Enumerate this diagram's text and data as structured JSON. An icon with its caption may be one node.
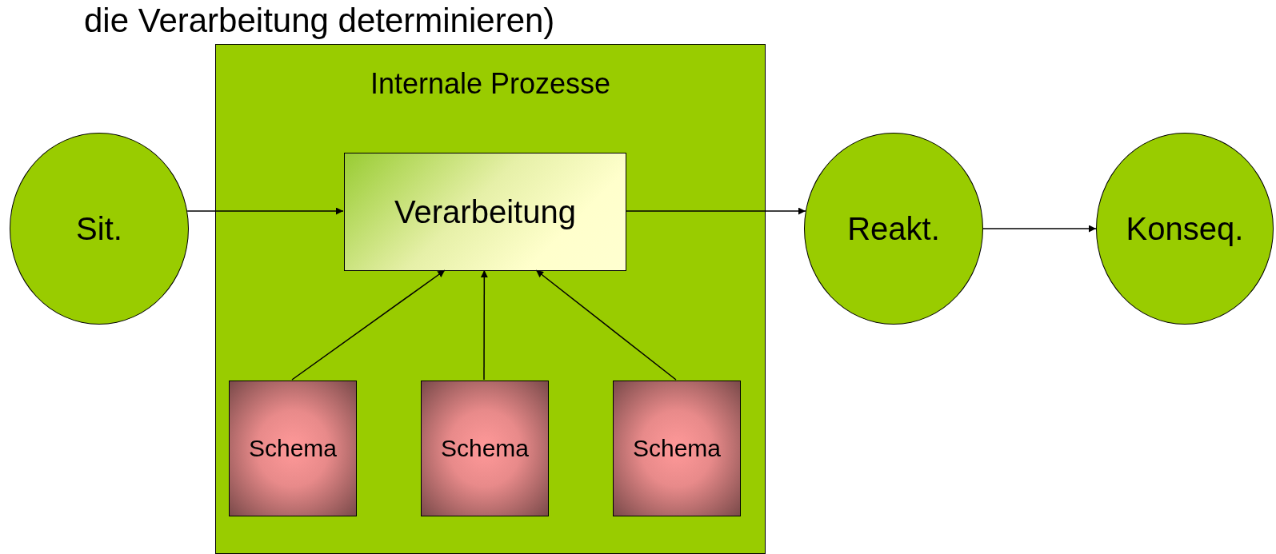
{
  "diagram": {
    "nodes": [
      {
        "text": [
          "Sit."
        ]
      },
      {
        "text": [
          "Internale Prozesse"
        ]
      },
      {
        "text": [
          "Verarbeitung"
        ],
        "in": 1
      },
      {
        "text": [
          "Schema"
        ],
        "in": 1
      },
      {
        "text": [
          "Schema"
        ],
        "in": 1
      },
      {
        "text": [
          "Schema"
        ],
        "in": 1
      },
      {
        "text": [
          "Reakt."
        ]
      },
      {
        "text": [
          "Konseq."
        ]
      }
    ],
    "edges": [
      {
        "from": 0,
        "to": 2,
        "arrow": "to"
      },
      {
        "from": 2,
        "to": 6,
        "arrow": "to"
      },
      {
        "from": 6,
        "to": 7,
        "arrow": "to"
      },
      {
        "from": 3,
        "to": 2,
        "arrow": "to"
      },
      {
        "from": 4,
        "to": 2,
        "arrow": "to"
      },
      {
        "from": 5,
        "to": 2,
        "arrow": "to"
      }
    ],
    "labels": [
      "die Verarbeitung determinieren)"
    ]
  }
}
